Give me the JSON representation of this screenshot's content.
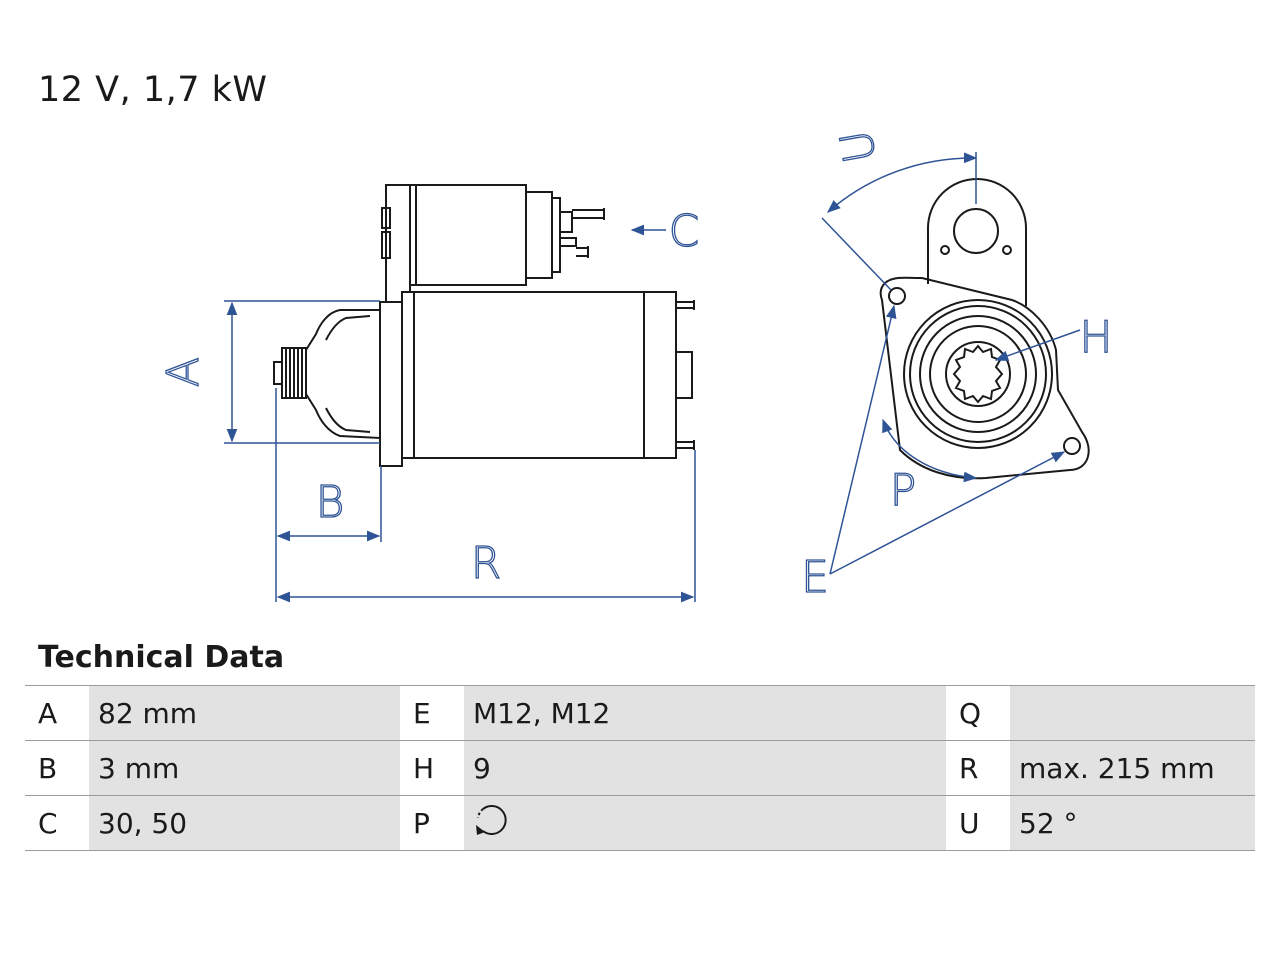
{
  "header": {
    "spec": "12 V, 1,7 kW"
  },
  "colors": {
    "dimension": "#2f5496",
    "outline": "#1a1a1a",
    "value_cell": "#e2e2e2"
  },
  "diagram": {
    "labels": {
      "A": "A",
      "B": "B",
      "R": "R",
      "C": "C",
      "U": "U",
      "H": "H",
      "P": "P",
      "E": "E"
    }
  },
  "technical_data": {
    "title": "Technical Data",
    "rows": [
      {
        "k1": "A",
        "v1": "82 mm",
        "k2": "E",
        "v2": "M12, M12",
        "k3": "Q",
        "v3": ""
      },
      {
        "k1": "B",
        "v1": "3 mm",
        "k2": "H",
        "v2": "9",
        "k3": "R",
        "v3": "max. 215 mm"
      },
      {
        "k1": "C",
        "v1": "30, 50",
        "k2": "P",
        "v2": "",
        "v2_icon": "counterclockwise-rotation-icon",
        "k3": "U",
        "v3": "52 °"
      }
    ]
  }
}
